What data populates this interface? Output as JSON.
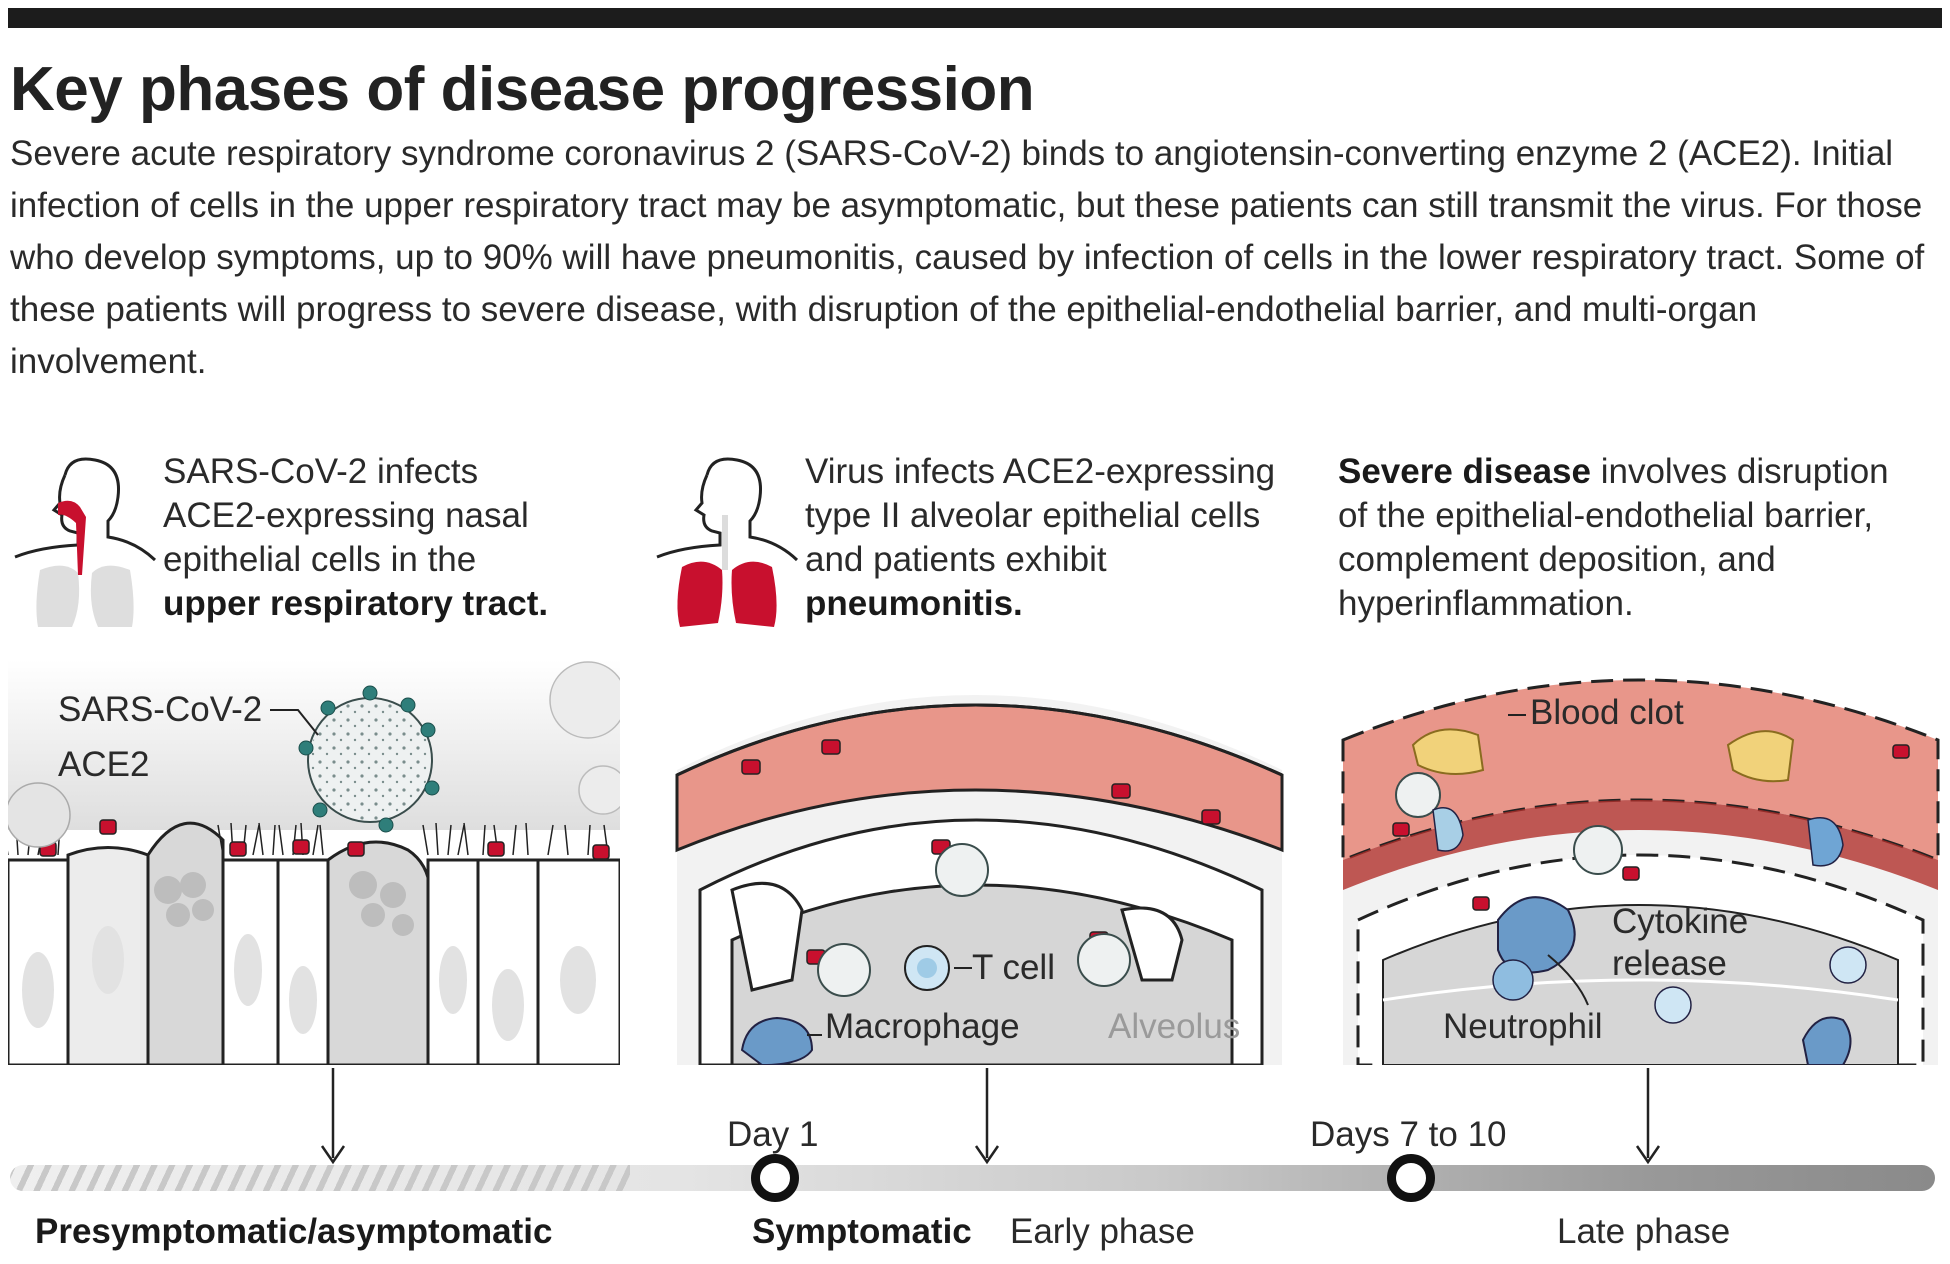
{
  "title": "Key phases of disease progression",
  "intro": "Severe acute respiratory syndrome coronavirus 2 (SARS-CoV-2) binds to angiotensin-converting enzyme 2 (ACE2). Initial infection of cells in the upper respiratory tract may be asymptomatic, but these patients can still transmit the virus. For those who develop symptoms, up to 90% will have pneumonitis, caused by infection of cells in the lower respiratory tract. Some of these patients will progress to severe disease, with disruption of the epithelial-endothelial barrier, and multi-organ involvement.",
  "panels": {
    "upper": {
      "line1": "SARS-CoV-2 infects",
      "line2": "ACE2-expressing nasal",
      "line3": "epithelial cells in the",
      "bold": "upper respiratory tract.",
      "labels": {
        "virus": "SARS-CoV-2",
        "receptor": "ACE2"
      }
    },
    "lower": {
      "line1": "Virus infects ACE2-expressing",
      "line2": "type II alveolar epithelial cells",
      "line3": "and patients exhibit",
      "bold": "pneumonitis.",
      "labels": {
        "tcell": "T cell",
        "macrophage": "Macrophage",
        "alveolus": "Alveolus"
      }
    },
    "severe": {
      "bold": "Severe disease",
      "line1": " involves disruption",
      "line2": "of the epithelial-endothelial barrier,",
      "line3": "complement deposition, and",
      "line4": "hyperinflammation.",
      "labels": {
        "clot": "Blood clot",
        "cytokine1": "Cytokine",
        "cytokine2": "release",
        "neutrophil": "Neutrophil"
      }
    }
  },
  "timeline": {
    "day1": "Day 1",
    "day7": "Days 7 to 10",
    "phase_pre": "Presymptomatic/asymptomatic",
    "phase_sym": "Symptomatic",
    "phase_early": "Early phase",
    "phase_late": "Late phase"
  },
  "colors": {
    "accent_red": "#c8102e",
    "tissue_pink": "#e8968a",
    "virus_teal": "#2f7e7a"
  }
}
